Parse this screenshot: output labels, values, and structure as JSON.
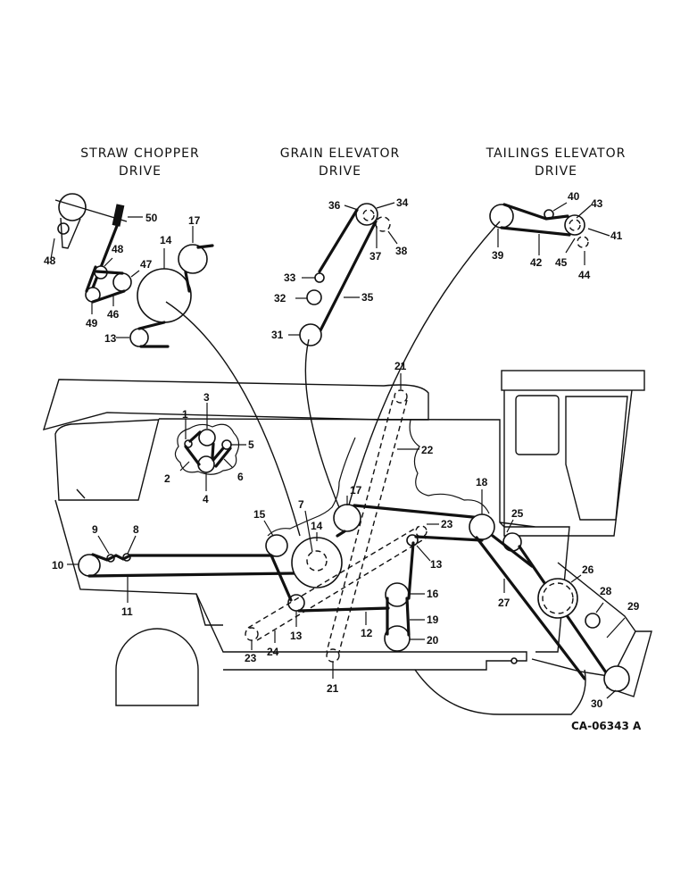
{
  "diagram": {
    "titles": {
      "straw_chopper": [
        "STRAW CHOPPER",
        "DRIVE"
      ],
      "grain_elevator": [
        "GRAIN ELEVATOR",
        "DRIVE"
      ],
      "tailings_elevator": [
        "TAILINGS ELEVATOR",
        "DRIVE"
      ]
    },
    "drawing_code": "CA-06343 A",
    "callouts": {
      "straw_chopper": [
        "48",
        "50",
        "17",
        "14",
        "48",
        "47",
        "46",
        "49",
        "13"
      ],
      "grain_elevator": [
        "36",
        "34",
        "37",
        "38",
        "33",
        "32",
        "35",
        "31"
      ],
      "tailings_elevator": [
        "40",
        "43",
        "41",
        "39",
        "42",
        "45",
        "44"
      ],
      "main": [
        "1",
        "3",
        "5",
        "2",
        "6",
        "4",
        "21",
        "22",
        "17",
        "18",
        "7",
        "15",
        "14",
        "9",
        "8",
        "10",
        "11",
        "23",
        "13",
        "25",
        "16",
        "26",
        "27",
        "28",
        "29",
        "19",
        "12",
        "20",
        "13",
        "23",
        "24",
        "21",
        "30"
      ]
    }
  }
}
